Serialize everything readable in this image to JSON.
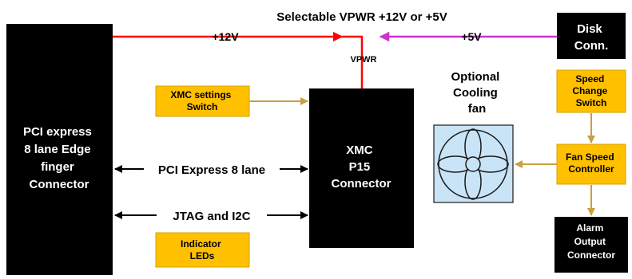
{
  "title": "Selectable VPWR +12V or +5V",
  "edge_connector": {
    "lines": [
      "PCI express",
      "8 lane Edge",
      "finger",
      "Connector"
    ]
  },
  "xmc_connector": {
    "lines": [
      "XMC",
      "P15",
      "Connector"
    ]
  },
  "disk_connector": {
    "lines": [
      "Disk",
      "Conn."
    ]
  },
  "xmc_settings_switch": {
    "lines": [
      "XMC settings",
      "Switch"
    ]
  },
  "indicator_leds": {
    "lines": [
      "Indicator",
      "LEDs"
    ]
  },
  "cooling_fan_label": {
    "lines": [
      "Optional",
      "Cooling",
      "fan"
    ]
  },
  "speed_change_switch": {
    "lines": [
      "Speed",
      "Change",
      "Switch"
    ]
  },
  "fan_speed_controller": {
    "lines": [
      "Fan Speed",
      "Controller"
    ]
  },
  "alarm_output_connector": {
    "lines": [
      "Alarm",
      "Output",
      "Connector"
    ]
  },
  "links": {
    "plus12v": "+12V",
    "plus5v": "+5V",
    "vpwr": "VPWR",
    "pci_express": "PCI Express 8 lane",
    "jtag_i2c": "JTAG and I2C"
  },
  "colors": {
    "block": "#000000",
    "yellow_box": "#ffc000",
    "yellow_border": "#d6a200",
    "red_line": "#ff0000",
    "magenta_line": "#cc33cc",
    "control_arrow": "#c8a040",
    "fan_fill": "#c9e4f7",
    "fan_stroke": "#1a1a1a"
  },
  "icons": [
    "fan-icon"
  ]
}
